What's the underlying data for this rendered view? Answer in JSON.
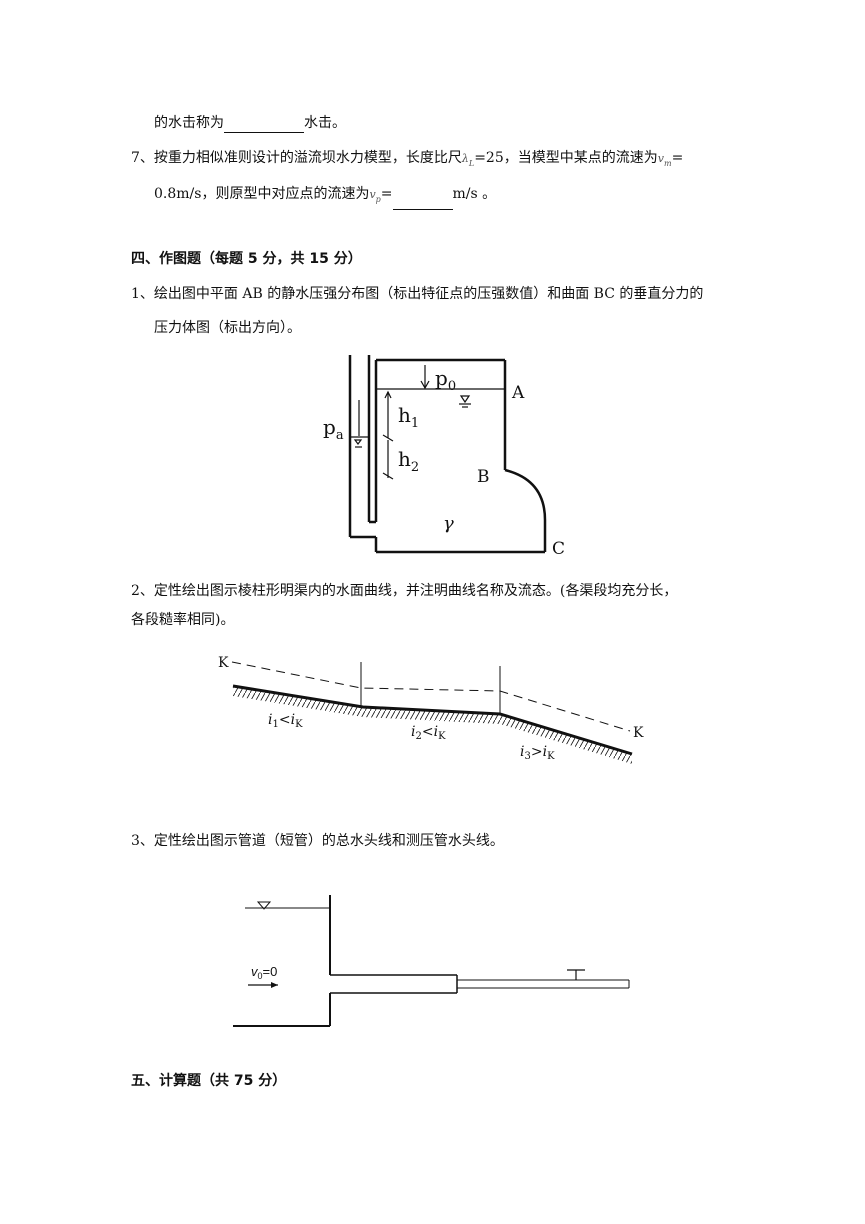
{
  "q6_tail": {
    "before": "的水击称为",
    "after": "水击。"
  },
  "q7": {
    "line1_a": "7、按重力相似准则设计的溢流坝水力模型，长度比尺",
    "lambda": "λ",
    "lambda_sub": "L",
    "line1_b": "=25，当模型中某点的流速为",
    "vm": "v",
    "vm_sub": "m",
    "line1_c": "=",
    "line2_a": "0.8m/s，则原型中对应点的流速为",
    "vp": "v",
    "vp_sub": "p",
    "line2_b": "=",
    "line2_c": "m/s 。"
  },
  "section4": {
    "heading": "四、作图题（每题 5 分，共 15 分）",
    "p1_line1": "1、绘出图中平面 AB 的静水压强分布图（标出特征点的压强数值）和曲面 BC 的垂直分力的",
    "p1_line2": "压力体图（标出方向）。",
    "fig1": {
      "p0": "p",
      "p0_sub": "0",
      "A": "A",
      "pa": "p",
      "pa_sub": "a",
      "h1": "h",
      "h1_sub": "1",
      "h2": "h",
      "h2_sub": "2",
      "B": "B",
      "gamma": "γ",
      "C": "C"
    },
    "p2_line1": "2、定性绘出图示棱柱形明渠内的水面曲线，并注明曲线名称及流态。(各渠段均充分长，",
    "p2_line2": "各段糙率相同)。",
    "fig2": {
      "K_left": "K",
      "K_right": "K",
      "i1": "i",
      "i1_sub": "1",
      "i2": "i",
      "i2_sub": "2",
      "i3": "i",
      "i3_sub": "3",
      "lt": "<",
      "gt": ">",
      "iK": "i",
      "iK_sub": "K"
    },
    "p3_line1": "3、定性绘出图示管道（短管）的总水头线和测压管水头线。",
    "fig3": {
      "v0": "v",
      "v0_sub": "0",
      "v0_eq": "=0"
    }
  },
  "section5": {
    "heading": "五、计算题（共 75 分）"
  }
}
